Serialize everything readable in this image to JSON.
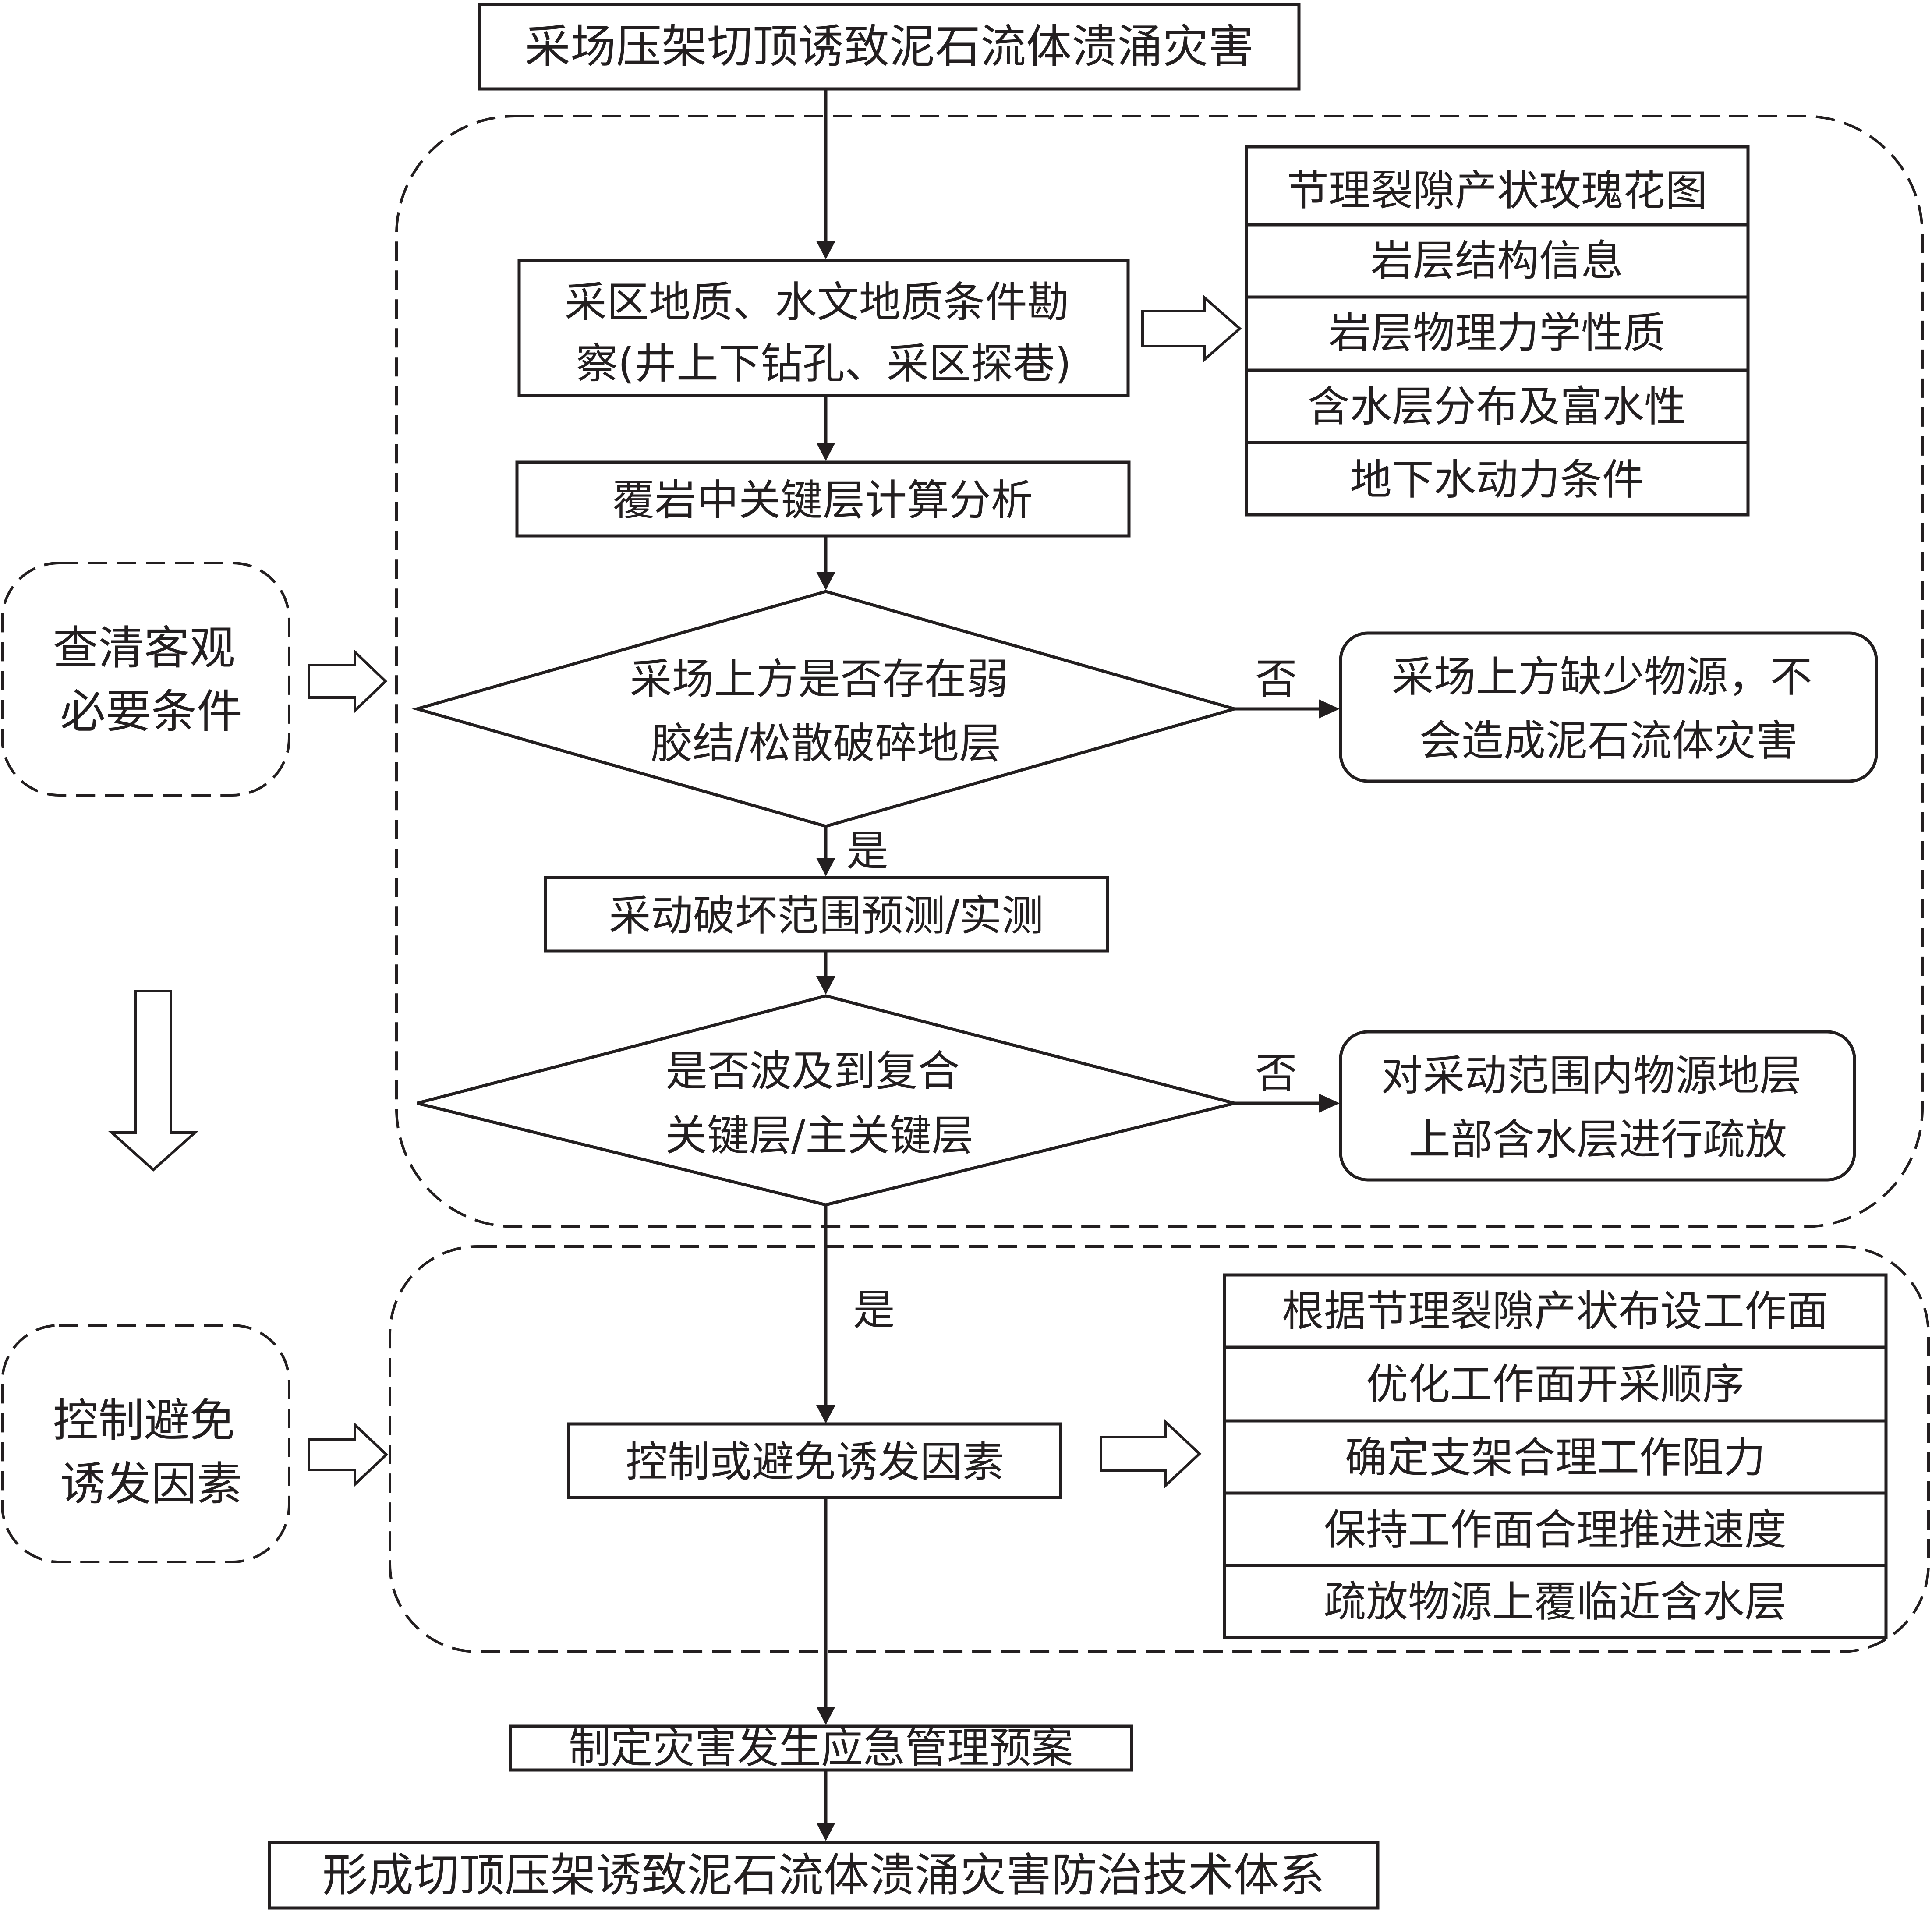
{
  "top_title": "采场压架切顶诱致泥石流体溃涌灾害",
  "left_labels": {
    "investigate": [
      "查清客观",
      "必要条件"
    ],
    "control": [
      "控制避免",
      "诱发因素"
    ]
  },
  "steps": {
    "survey": [
      "采区地质、水文地质条件勘",
      "察(井上下钻孔、采区探巷)"
    ],
    "key_layer": "覆岩中关键层计算分析",
    "damage_range": "采动破坏范围预测/实测",
    "control_trigger": "控制或避免诱发因素",
    "emergency_plan": "制定灾害发生应急管理预案",
    "final": "形成切顶压架诱致泥石流体溃涌灾害防治技术体系"
  },
  "decisions": {
    "weak_strata": [
      "采场上方是否存在弱",
      "胶结/松散破碎地层"
    ],
    "key_layer_reach": [
      "是否波及到复合",
      "关键层/主关键层"
    ]
  },
  "branch_labels": {
    "no": "否",
    "yes": "是"
  },
  "outcomes": {
    "no_source": [
      "采场上方缺少物源，不",
      "会造成泥石流体灾害"
    ],
    "drain": [
      "对采动范围内物源地层",
      "上部含水层进行疏放"
    ]
  },
  "survey_results": [
    "节理裂隙产状玫瑰花图",
    "岩层结构信息",
    "岩层物理力学性质",
    "含水层分布及富水性",
    "地下水动力条件"
  ],
  "control_measures": [
    "根据节理裂隙产状布设工作面",
    "优化工作面开采顺序",
    "确定支架合理工作阻力",
    "保持工作面合理推进速度",
    "疏放物源上覆临近含水层"
  ]
}
